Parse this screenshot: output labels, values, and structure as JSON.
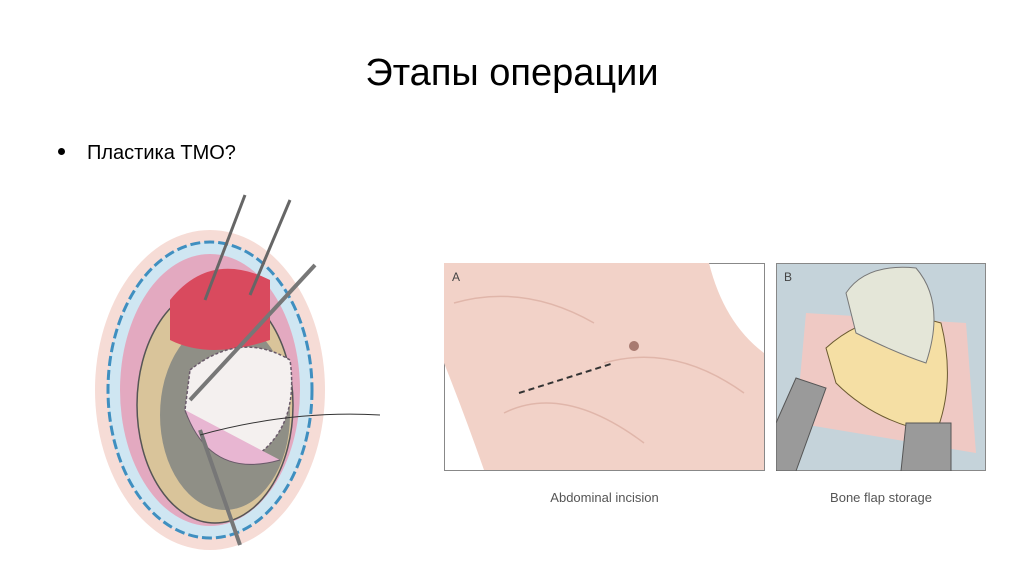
{
  "slide": {
    "title": "Этапы операции",
    "bullets": [
      "Пластика ТМО?"
    ]
  },
  "figures": {
    "panel_a": {
      "label": "A",
      "caption": "Abdominal incision"
    },
    "panel_b": {
      "label": "B",
      "caption": "Bone flap storage"
    }
  }
}
